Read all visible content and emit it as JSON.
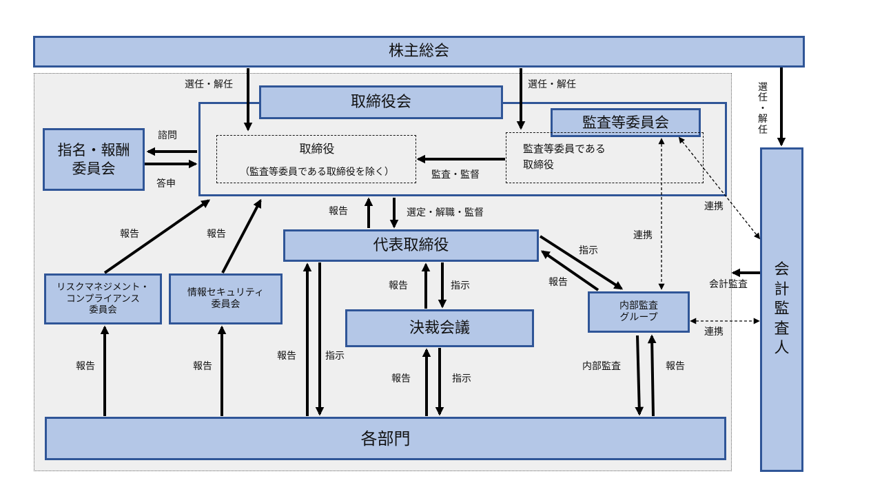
{
  "nodes": {
    "shareholders": "株主総会",
    "board": "取締役会",
    "audit_committee": "監査等委員会",
    "nomination": "指名・報酬\n委員会",
    "directors_title": "取締役",
    "directors_sub": "（監査等委員である取締役を除く）",
    "audit_directors": "監査等委員である\n取締役",
    "representative": "代表取締役",
    "decision_meeting": "決裁会議",
    "risk_committee": "リスクマネジメント・\nコンプライアンス\n委員会",
    "infosec_committee": "情報セキュリティ\n委員会",
    "internal_audit": "内部監査\nグループ",
    "departments": "各部門",
    "auditor_chars": [
      "会",
      "計",
      "監",
      "査",
      "人"
    ]
  },
  "labels": {
    "elect_dismiss": "選任・解任",
    "elect_dismiss_vertical_chars": [
      "選",
      "任",
      "・",
      "解",
      "任"
    ],
    "consult": "諮問",
    "answer": "答申",
    "audit_supervise": "監査・監督",
    "report": "報告",
    "select_supervise": "選定・解職・監督",
    "instruct": "指示",
    "cooperate": "連携",
    "accounting_audit": "会計監査",
    "internal_audit_action": "内部監査"
  }
}
